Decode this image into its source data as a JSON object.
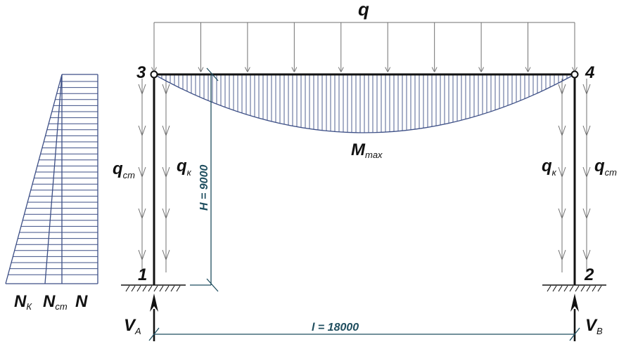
{
  "labels": {
    "q": "q",
    "q_st_main": "q",
    "q_st_sub": "ст",
    "q_k_main": "q",
    "q_k_sub": "к",
    "m_max_main": "M",
    "m_max_sub": "max",
    "n_k_main": "N",
    "n_k_sub": "К",
    "n_st_main": "N",
    "n_st_sub": "ст",
    "n": "N",
    "va_main": "V",
    "va_sub": "A",
    "vb_main": "V",
    "vb_sub": "B",
    "height_dim": "H = 9000",
    "span_dim": "l = 18000"
  },
  "nodes": [
    "1",
    "2",
    "3",
    "4"
  ],
  "colors": {
    "frame": "#111111",
    "load": "#707070",
    "diagram": "#3d4f86",
    "dimension": "#1f4e5f"
  }
}
